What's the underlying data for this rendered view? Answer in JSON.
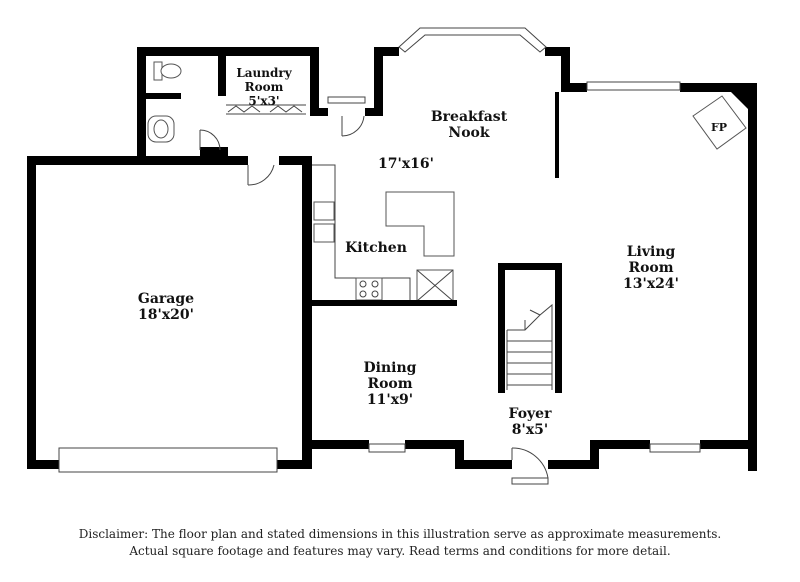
{
  "rooms": {
    "laundry": {
      "name_line1": "Laundry",
      "name_line2": "Room",
      "dim": "5'x3'"
    },
    "breakfast": {
      "name_line1": "Breakfast",
      "name_line2": "Nook",
      "dim": "17'x16'"
    },
    "kitchen": {
      "name": "Kitchen"
    },
    "garage": {
      "name": "Garage",
      "dim": "18'x20'"
    },
    "living": {
      "name_line1": "Living",
      "name_line2": "Room",
      "dim": "13'x24'"
    },
    "dining": {
      "name_line1": "Dining",
      "name_line2": "Room",
      "dim": "11'x9'"
    },
    "foyer": {
      "name": "Foyer",
      "dim": "8'x5'"
    },
    "fireplace": {
      "label": "FP"
    }
  },
  "disclaimer": {
    "line1": "Disclaimer: The floor plan and stated dimensions in this illustration serve as approximate measurements.",
    "line2": "Actual square footage and features may vary. Read terms and conditions for more detail."
  }
}
